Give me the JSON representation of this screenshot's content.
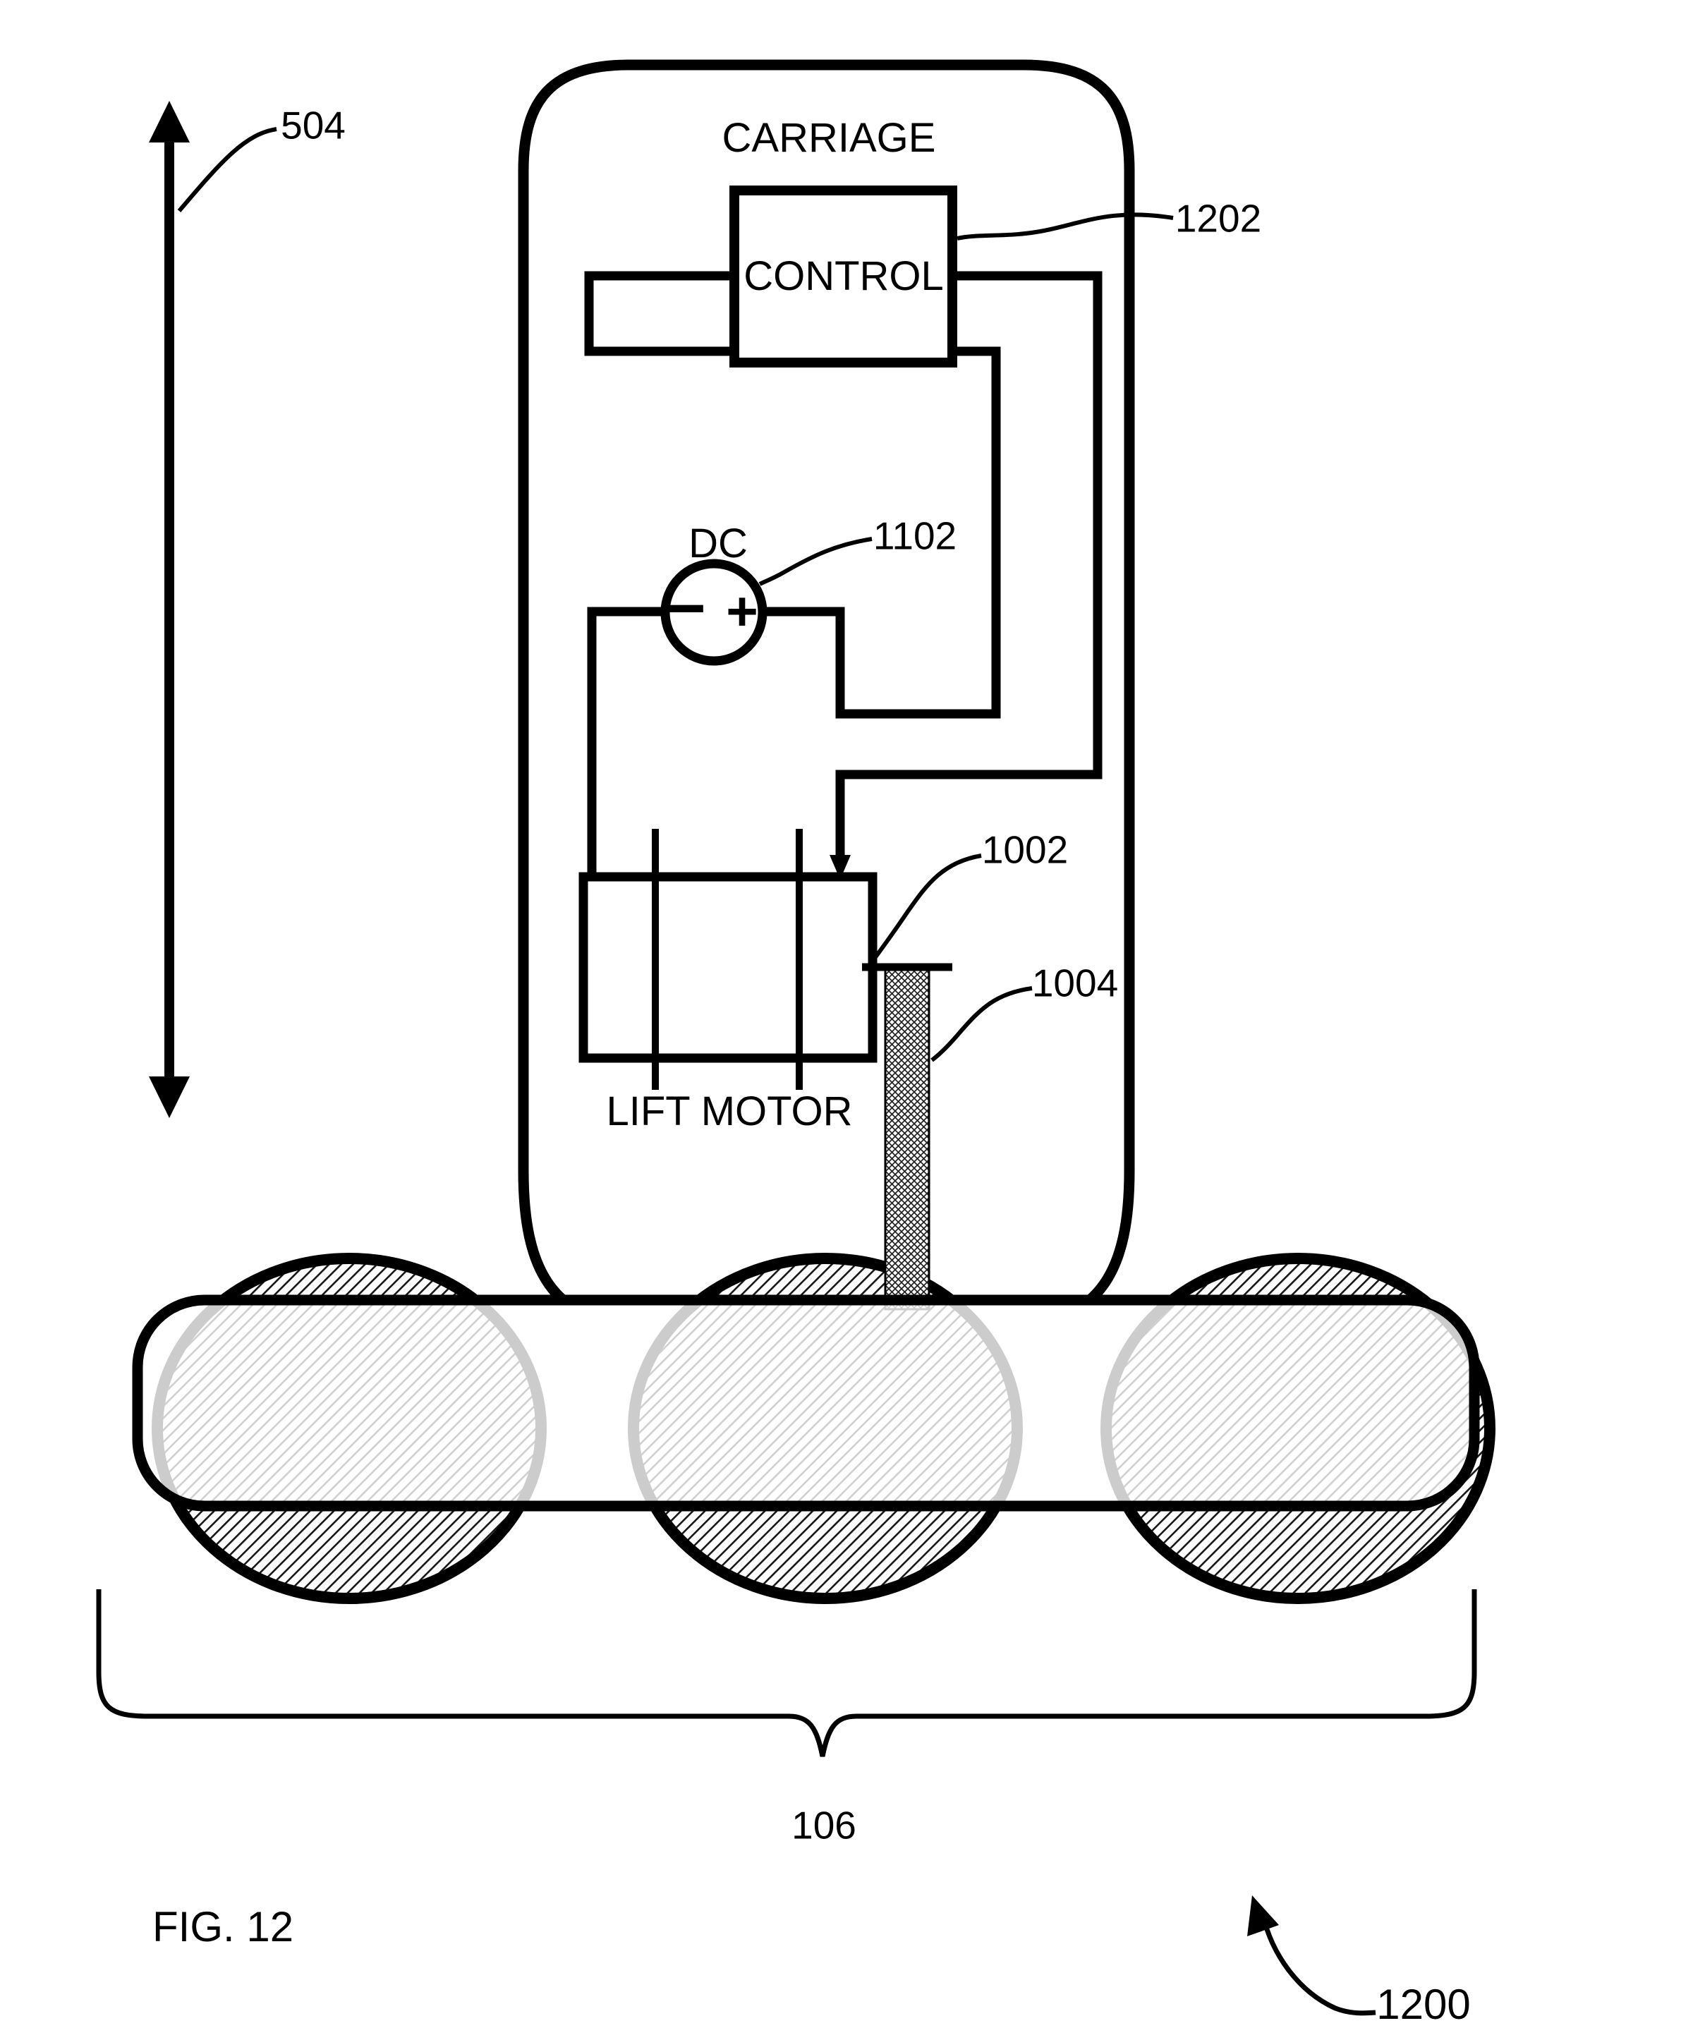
{
  "figure": {
    "fig_label": "FIG. 12",
    "carriage": {
      "label": "CARRIAGE"
    },
    "control": {
      "label": "CONTROL",
      "ref": "1202"
    },
    "dc_source": {
      "label": "DC",
      "ref": "1102",
      "minus": "−",
      "plus": "+"
    },
    "lift_motor": {
      "label": "LIFT MOTOR",
      "ref": "1002"
    },
    "shaft": {
      "ref": "1004"
    },
    "vertical_travel_arrow": {
      "ref": "504"
    },
    "wheel_assembly": {
      "ref": "106",
      "wheel_count": 3
    },
    "overall_assembly": {
      "ref": "1200"
    },
    "colors": {
      "ink": "#000000",
      "paper": "#ffffff"
    },
    "icons": {
      "double_arrow": "up-down-arrow-icon",
      "wire_terminal": "down-arrowhead-icon",
      "figure_pointer": "curved-arrow-icon"
    }
  }
}
